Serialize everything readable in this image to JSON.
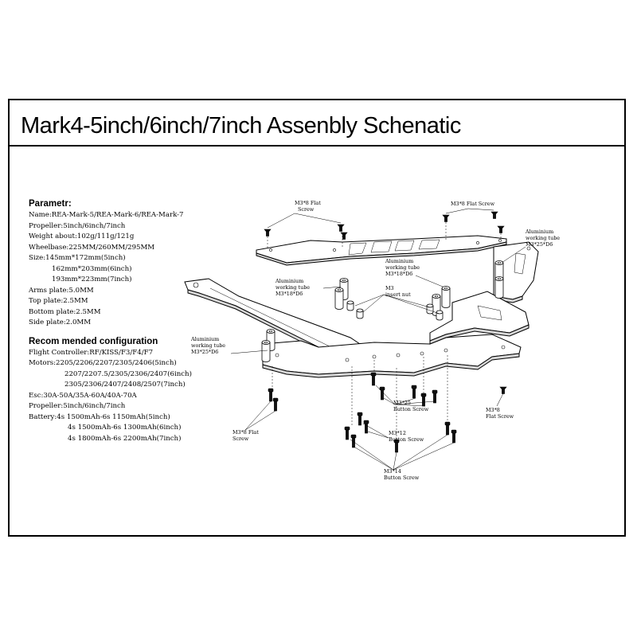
{
  "title": "Mark4-5inch/6inch/7inch Assenbly Schenatic",
  "parameters": {
    "heading": "Parametr:",
    "name": "Name:REA-Mark-5/REA-Mark-6/REA-Mark-7",
    "propeller": "Propeller:5inch/6inch/7inch",
    "weight": "Weight about:102g/111g/121g",
    "wheelbase": "Wheelbase:225MM/260MM/295MM",
    "size_5": "Size:145mm*172mm(5inch)",
    "size_6": "162mm*203mm(6inch)",
    "size_7": "193mm*223mm(7inch)",
    "arms_plate": "Arms plate:5.0MM",
    "top_plate": "Top plate:2.5MM",
    "bottom_plate": "Bottom plate:2.5MM",
    "side_plate": "Side plate:2.0MM"
  },
  "configuration": {
    "heading": "Recom mended configuration",
    "flight_controller": "Flight Controller:RF/KISS/F3/F4/F7",
    "motors_1": "Motors:2205/2206/2207/2305/2406(5inch)",
    "motors_2": "2207/2207.5/2305/2306/2407(6inch)",
    "motors_3": "2305/2306/2407/2408/2507(7inch)",
    "esc": "Esc:30A-50A/35A-60A/40A-70A",
    "propeller": "Propeller:5inch/6inch/7inch",
    "battery_1": "Battery:4s 1500mAh-6s 1150mAh(5inch)",
    "battery_2": "4s 1500mAh-6s 1300mAh(6inch)",
    "battery_3": "4s 1800mAh-6s 2200mAh(7inch)"
  },
  "callouts": {
    "flat_screw_top_left_1": "M3*8 Flat",
    "flat_screw_top_left_2": "Screw",
    "flat_screw_top_right": "M3*8 Flat Screw",
    "tube_right_1": "Aluminium",
    "tube_right_2": "working tube",
    "tube_right_3": "M3*25*D6",
    "tube_center_1": "Aluminium",
    "tube_center_2": "working tube",
    "tube_center_3": "M3*18*D6",
    "tube_mid_left_1": "Aluminium",
    "tube_mid_left_2": "working tube",
    "tube_mid_left_3": "M3*18*D6",
    "insert_nut_1": "M3",
    "insert_nut_2": "insert nut",
    "tube_left_1": "Aluminium",
    "tube_left_2": "working tube",
    "tube_left_3": "M3*25*D6",
    "button_25_1": "M3*25",
    "button_25_2": "Button Screw",
    "flat_screw_right_1": "M3*8",
    "flat_screw_right_2": "Flat Screw",
    "button_12_1": "M3*12",
    "button_12_2": "Button Screw",
    "flat_screw_bottom_left_1": "M3*8 Flat",
    "flat_screw_bottom_left_2": "Screw",
    "button_14_1": "M3*14",
    "button_14_2": "Button Screw"
  }
}
